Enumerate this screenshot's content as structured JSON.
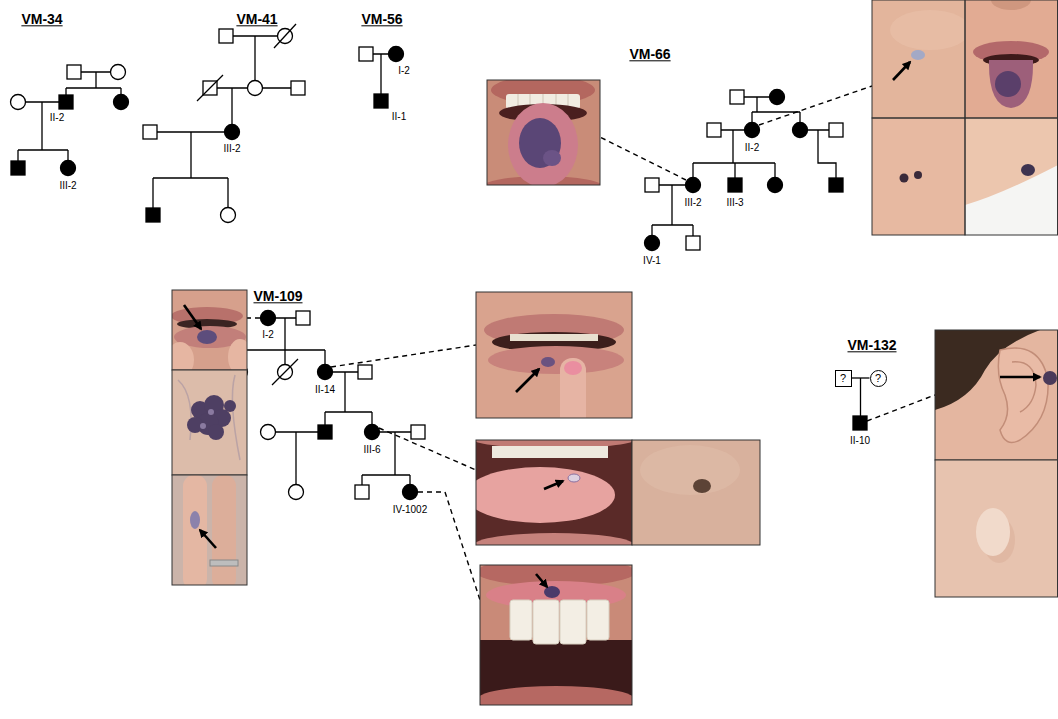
{
  "diagram": {
    "nodes": [
      {
        "text": [
          "?"
        ]
      },
      {
        "text": [
          "?"
        ]
      }
    ],
    "edges": [
      {
        "from": 0,
        "to": 1,
        "arrow": "none"
      }
    ],
    "labels": [
      "VM-34",
      "II-2",
      "III-2",
      "VM-41",
      "III-2",
      "VM-56",
      "I-2",
      "II-1",
      "VM-66",
      "II-2",
      "III-2",
      "III-3",
      "IV-1",
      "VM-109",
      "I-2",
      "II-14",
      "III-6",
      "IV-1002",
      "VM-132",
      "II-10"
    ]
  }
}
